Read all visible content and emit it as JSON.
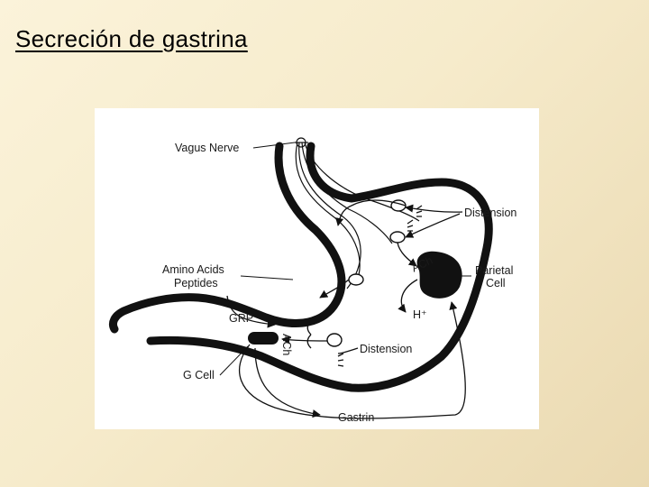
{
  "slide": {
    "title": "Secreción de gastrina"
  },
  "diagram": {
    "labels": {
      "vagus_nerve": "Vagus Nerve",
      "distension_top": "Distension",
      "ach_top": "ACh",
      "parietal_cell_line1": "Parietal",
      "parietal_cell_line2": "Cell",
      "amino_acids": "Amino Acids",
      "peptides": "Peptides",
      "h_plus": "H⁺",
      "grp": "GRP",
      "ach_side": "ACh",
      "distension_bottom": "Distension",
      "g_cell": "G Cell",
      "gastrin": "Gastrin"
    }
  }
}
